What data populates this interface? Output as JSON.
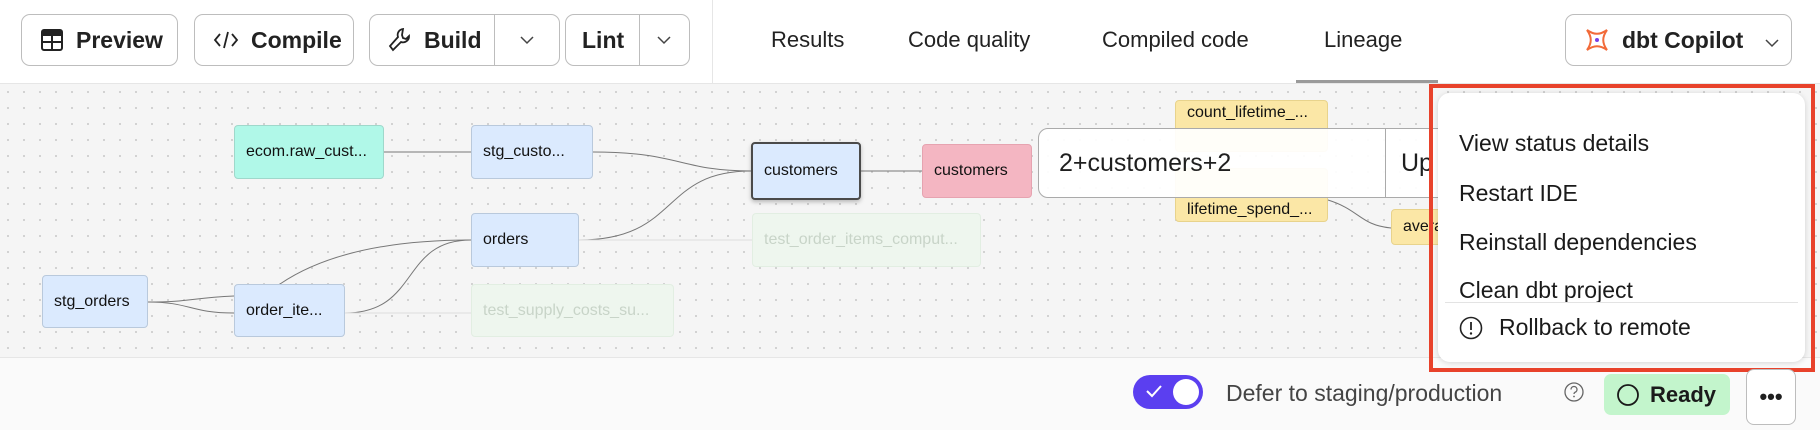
{
  "toolbar": {
    "preview": {
      "label": "Preview",
      "icon": "table-icon"
    },
    "compile": {
      "label": "Compile",
      "icon": "code-icon"
    },
    "build": {
      "label": "Build",
      "icon": "wrench-icon"
    },
    "lint": {
      "label": "Lint"
    }
  },
  "tabs": [
    {
      "label": "Results"
    },
    {
      "label": "Code quality"
    },
    {
      "label": "Compiled code"
    },
    {
      "label": "Lineage",
      "active": true
    }
  ],
  "copilot": {
    "label": "dbt Copilot",
    "icon": "copilot-icon"
  },
  "lineage": {
    "nodes": [
      {
        "id": "ecom_raw",
        "label": "ecom.raw_cust...",
        "type": "source"
      },
      {
        "id": "stg_custo",
        "label": "stg_custo...",
        "type": "model"
      },
      {
        "id": "customers",
        "label": "customers",
        "type": "model",
        "selected": true
      },
      {
        "id": "customers_exp",
        "label": "customers",
        "type": "exposure"
      },
      {
        "id": "orders",
        "label": "orders",
        "type": "model"
      },
      {
        "id": "test_order",
        "label": "test_order_items_comput...",
        "type": "test"
      },
      {
        "id": "stg_orders",
        "label": "stg_orders",
        "type": "model"
      },
      {
        "id": "order_items",
        "label": "order_ite...",
        "type": "model"
      },
      {
        "id": "test_supply",
        "label": "test_supply_costs_su...",
        "type": "test"
      },
      {
        "id": "count_lifetime",
        "label": "count_lifetime_...",
        "type": "metric"
      },
      {
        "id": "lifetime_spend",
        "label": "lifetime_spend_...",
        "type": "metric"
      },
      {
        "id": "average",
        "label": "avera...",
        "type": "metric"
      }
    ]
  },
  "selector": {
    "value": "2+customers+2",
    "button_partial": "Up"
  },
  "menu": {
    "items": [
      {
        "label": "View status details"
      },
      {
        "label": "Restart IDE"
      },
      {
        "label": "Reinstall dependencies"
      },
      {
        "label": "Clean dbt project"
      },
      {
        "label": "Rollback to remote",
        "icon": "alert-circle-icon"
      }
    ]
  },
  "statusbar": {
    "defer_label": "Defer to staging/production",
    "defer_enabled": true,
    "status": "Ready",
    "more_label": "•••"
  },
  "colors": {
    "accent": "#5b3ff0",
    "highlight": "#e8422b",
    "ready_bg": "#c3f5cc",
    "source": "#b0f8e8",
    "model": "#dbeafe",
    "exposure": "#f4b6c2",
    "metric": "#fbe7a6"
  }
}
